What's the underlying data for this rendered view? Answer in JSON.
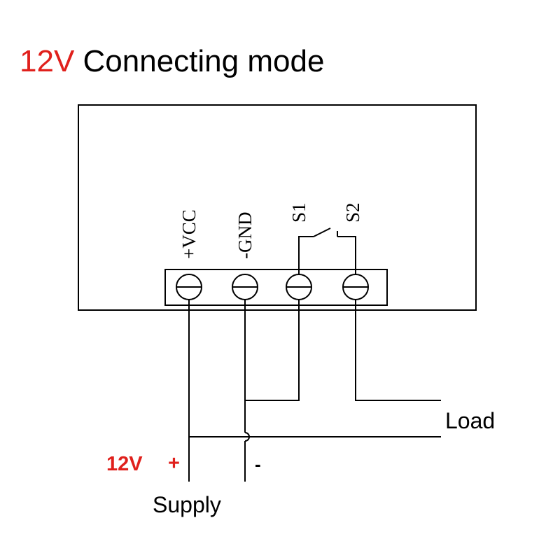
{
  "title": {
    "voltage": "12V",
    "text": " Connecting mode"
  },
  "terminals": {
    "vcc": "+VCC",
    "gnd": "-GND",
    "s1": "S1",
    "s2": "S2"
  },
  "labels": {
    "load": "Load",
    "supply_voltage": "12V",
    "plus": "+",
    "minus": "-",
    "supply": "Supply"
  },
  "colors": {
    "accent": "#e0201c",
    "line": "#000000"
  }
}
